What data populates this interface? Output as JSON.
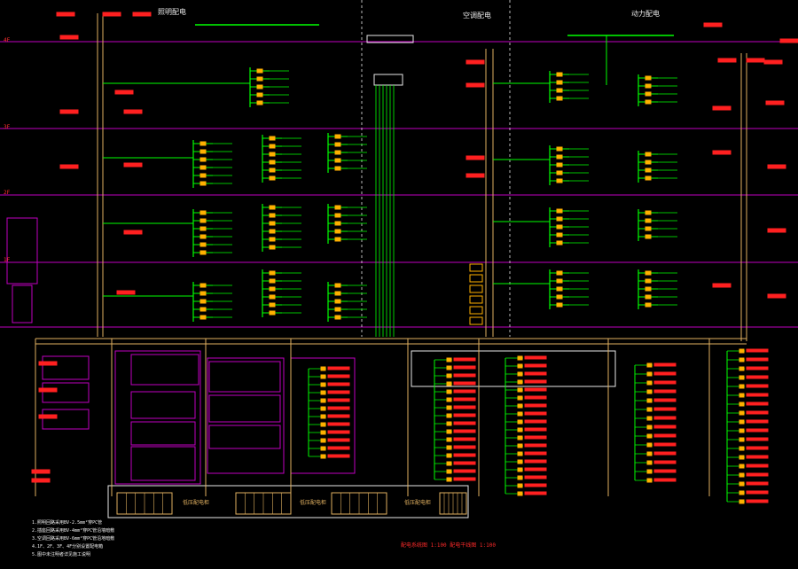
{
  "headers": {
    "section_left": "照明配电",
    "section_center": "空调配电",
    "section_right": "动力配电"
  },
  "floor_tags": [
    "4F",
    "3F",
    "2F",
    "1F"
  ],
  "notes": [
    "1.照明回路采用BV-2.5mm²穿PC管",
    "2.插座回路采用BV-4mm²穿PC管沿墙暗敷",
    "3.空调回路采用BV-6mm²穿PC管沿地暗敷",
    "4.1F、2F、3F、4F分别设置配电箱",
    "5.图中未注明者详见施工说明"
  ],
  "bottom_title": "配电系统图 1:100 配电干线图 1:100",
  "low_voltage_panels": [
    "低压配电柜",
    "低压配电柜",
    "低压配电柜"
  ],
  "colors": {
    "background": "#000000",
    "busbar": "#00ff00",
    "feeder": "#e0b060",
    "floor_line": "#c000c0",
    "label_red": "#ff2020",
    "breaker": "#ffb000",
    "frame_white": "#e8e8e8"
  }
}
